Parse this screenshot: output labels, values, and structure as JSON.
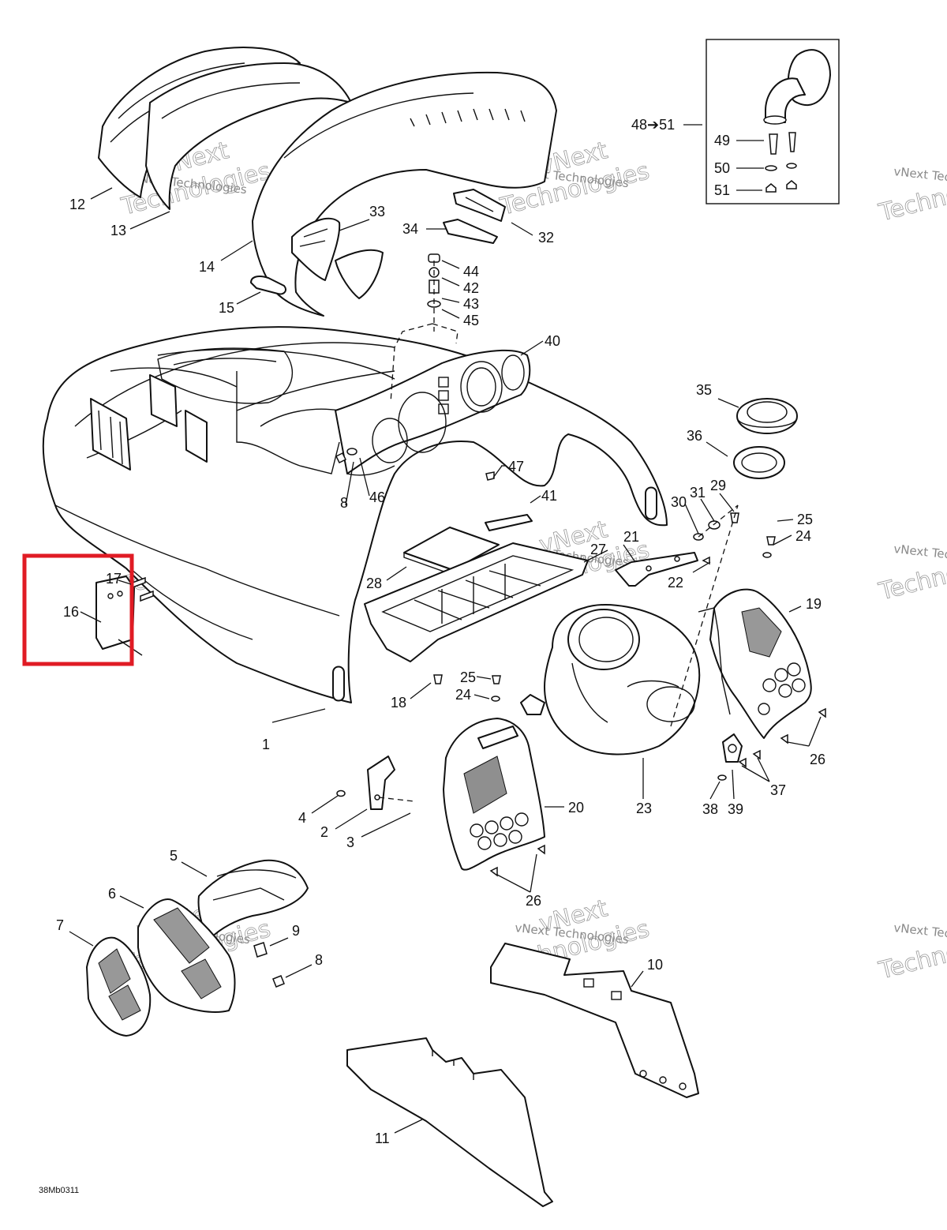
{
  "drawing_code": "38Mb0311",
  "watermark": {
    "line1": "vNext Technologies",
    "line2": "Technologies",
    "line3": "vNext"
  },
  "inset": {
    "range_label": "48",
    "range_arrow": "➔",
    "range_end": "51"
  },
  "callouts": {
    "c1": "1",
    "c2": "2",
    "c3": "3",
    "c4": "4",
    "c5": "5",
    "c6": "6",
    "c7": "7",
    "c8a": "8",
    "c8b": "8",
    "c9": "9",
    "c10": "10",
    "c11": "11",
    "c12": "12",
    "c13": "13",
    "c14": "14",
    "c15": "15",
    "c16": "16",
    "c17": "17",
    "c18": "18",
    "c19": "19",
    "c20": "20",
    "c21": "21",
    "c22": "22",
    "c23": "23",
    "c24a": "24",
    "c24b": "24",
    "c25a": "25",
    "c25b": "25",
    "c26a": "26",
    "c26b": "26",
    "c27": "27",
    "c28": "28",
    "c29": "29",
    "c30": "30",
    "c31": "31",
    "c32": "32",
    "c33": "33",
    "c34": "34",
    "c35": "35",
    "c36": "36",
    "c37": "37",
    "c38": "38",
    "c39": "39",
    "c40": "40",
    "c41": "41",
    "c42": "42",
    "c43": "43",
    "c44": "44",
    "c45": "45",
    "c46": "46",
    "c47": "47",
    "c49": "49",
    "c50": "50",
    "c51": "51"
  },
  "highlight": {
    "color": "#e01b24",
    "items": [
      "16",
      "17"
    ]
  },
  "colors": {
    "line": "#111111",
    "background": "#ffffff",
    "watermark": "#9a9a9a"
  }
}
